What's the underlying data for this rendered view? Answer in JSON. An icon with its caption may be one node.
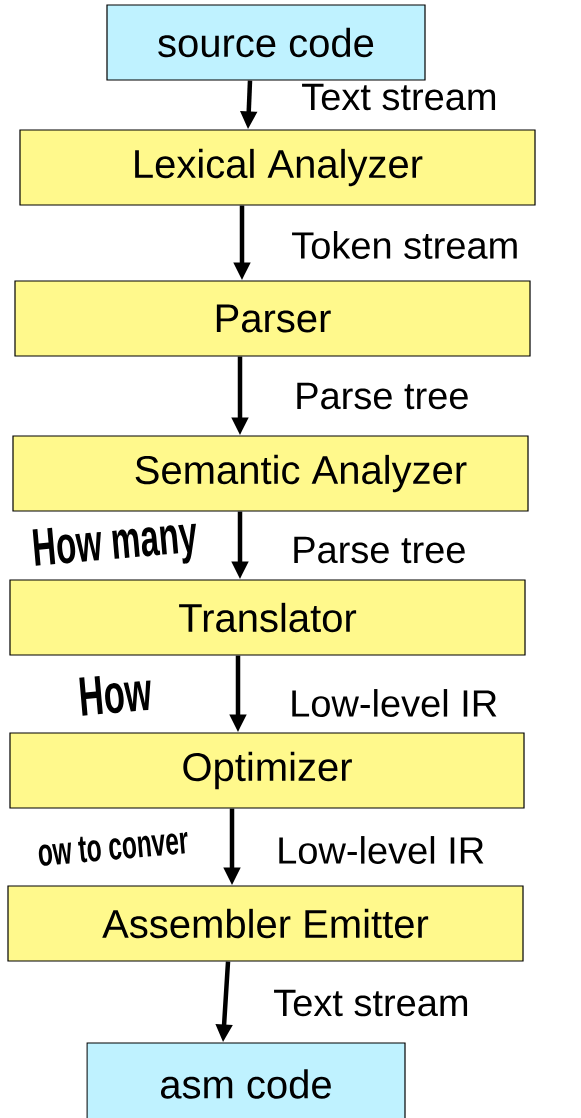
{
  "diagram": {
    "nodes": [
      {
        "text": [
          "source code"
        ]
      },
      {
        "text": [
          "Lexical Analyzer"
        ]
      },
      {
        "text": [
          "Parser"
        ]
      },
      {
        "text": [
          "Semantic Analyzer"
        ]
      },
      {
        "text": [
          "Translator"
        ]
      },
      {
        "text": [
          "Optimizer"
        ]
      },
      {
        "text": [
          "Assembler Emitter"
        ]
      },
      {
        "text": [
          "asm code"
        ]
      }
    ],
    "edges": [
      {
        "from": 0,
        "to": 1,
        "arrow": "to",
        "label": "Text stream"
      },
      {
        "from": 1,
        "to": 2,
        "arrow": "to",
        "label": "Token stream"
      },
      {
        "from": 2,
        "to": 3,
        "arrow": "to",
        "label": "Parse tree"
      },
      {
        "from": 3,
        "to": 4,
        "arrow": "to",
        "label": "Parse tree"
      },
      {
        "from": 4,
        "to": 5,
        "arrow": "to",
        "label": "Low-level IR"
      },
      {
        "from": 5,
        "to": 6,
        "arrow": "to",
        "label": "Low-level IR"
      },
      {
        "from": 6,
        "to": 7,
        "arrow": "to",
        "label": "Text stream"
      }
    ],
    "labels": [
      "How many",
      "How",
      "ow to conver"
    ]
  }
}
